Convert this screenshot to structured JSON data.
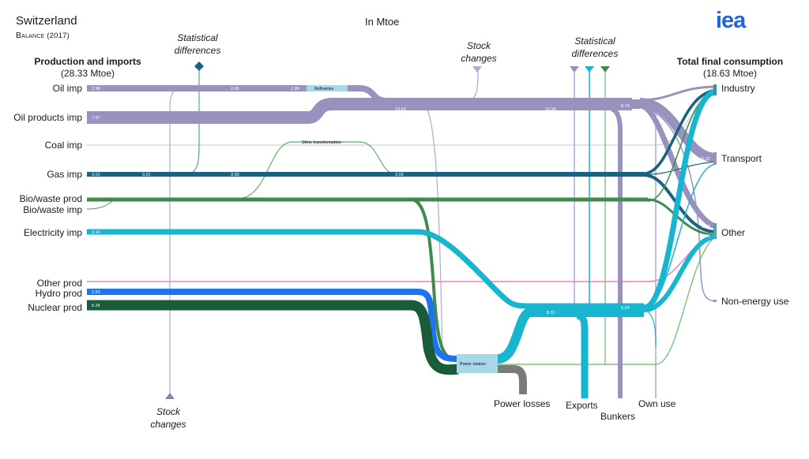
{
  "header": {
    "country": "Switzerland",
    "balance": "Balance",
    "year": "(2017)",
    "unit": "In Mtoe",
    "logo": "iea"
  },
  "left_panel": {
    "title": "Production and imports",
    "total": "(28.33 Mtoe)"
  },
  "right_panel": {
    "title": "Total final consumption",
    "total": "(18.63 Mtoe)"
  },
  "sources": [
    "Oil imp",
    "Oil products imp",
    "Coal imp",
    "Gas imp",
    "Bio/waste prod",
    "Bio/waste imp",
    "Electricity imp",
    "Other prod",
    "Hydro prod",
    "Nuclear prod"
  ],
  "sinks": [
    "Industry",
    "Transport",
    "Other",
    "Non-energy use"
  ],
  "losses": [
    "Power losses",
    "Exports",
    "Bunkers",
    "Own use"
  ],
  "stat_labels": {
    "stat_diff_left_1": "Statistical",
    "stat_diff_left_2": "differences",
    "stock_top_1": "Stock",
    "stock_top_2": "changes",
    "stat_diff_right_1": "Statistical",
    "stat_diff_right_2": "differences",
    "stock_bottom_1": "Stock",
    "stock_bottom_2": "changes"
  },
  "nodes": {
    "refineries": "Refineries",
    "other_transformation": "Other transformation",
    "power_station": "Power station"
  },
  "flow_values": {
    "oil_imp_a": "2.98",
    "oil_imp_b": "2.99",
    "oil_imp_c": "2.99",
    "oil_products_imp": "7.67",
    "oil_total_a": "10.63",
    "oil_total_b": "10.96",
    "oil_total_c": "8.74",
    "gas_a": "3.01",
    "gas_b": "3.01",
    "gas_c": "3.00",
    "gas_d": "3.03",
    "elec_imp": "3.14",
    "hydro": "2.83",
    "nuclear": "5.34",
    "elec_mid": "8.31",
    "elec_out": "5.03",
    "transport_in": "5.22",
    "other_in_a": "1.77",
    "other_in_b": "3.22"
  },
  "colors": {
    "oil": "#9a92be",
    "gas": "#16647f",
    "bio": "#3f8b4c",
    "electricity": "#17b5d0",
    "hydro": "#1f72f0",
    "nuclear": "#1a5c3a",
    "other": "#f080b8",
    "coal": "#d8d8d8",
    "loss": "#7a7a7a",
    "node": "#a8d8e8",
    "logo": "#1d64e0"
  }
}
